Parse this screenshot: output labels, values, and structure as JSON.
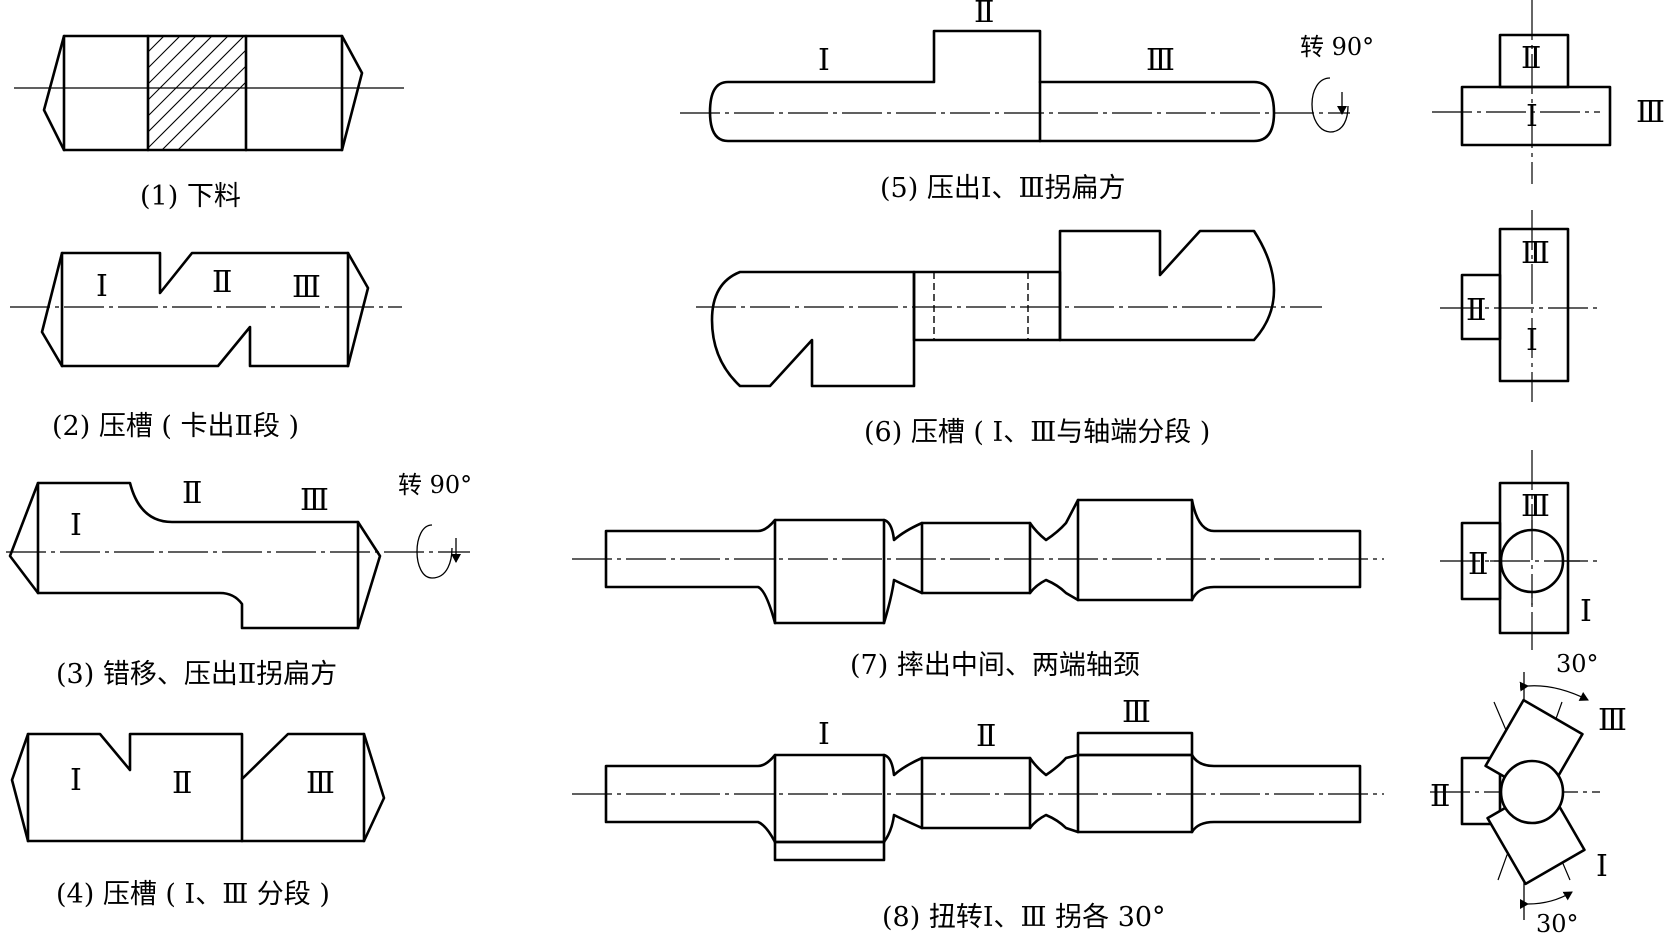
{
  "steps": [
    {
      "caption": "(1) 下料"
    },
    {
      "caption": "(2) 压槽 ( 卡出Ⅱ段 )"
    },
    {
      "caption": "(3) 错移、压出Ⅱ拐扁方"
    },
    {
      "caption": "(4) 压槽 ( Ⅰ、Ⅲ 分段 )"
    },
    {
      "caption": "(5) 压出Ⅰ、Ⅲ拐扁方"
    },
    {
      "caption": "(6) 压槽 ( Ⅰ、Ⅲ与轴端分段 )"
    },
    {
      "caption": "(7) 摔出中间、两端轴颈"
    },
    {
      "caption": "(8) 扭转Ⅰ、Ⅲ 拐各 30°"
    }
  ],
  "labels": {
    "one": "Ⅰ",
    "two": "Ⅱ",
    "three": "Ⅲ"
  },
  "rotate_note": "转 90°",
  "angle_note": "30°"
}
